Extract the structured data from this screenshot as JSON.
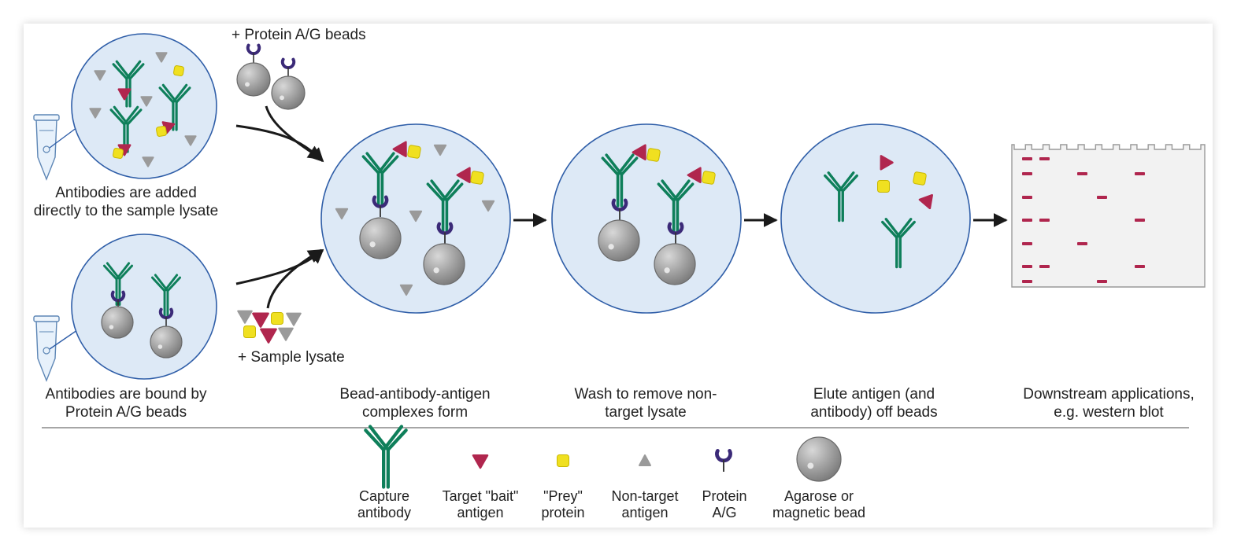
{
  "colors": {
    "antibody": "#0e7f5a",
    "bait": "#b0264e",
    "prey": "#f0e020",
    "nontarget": "#9a9a9a",
    "proteinAG": "#3b2a78",
    "bead": "#9e9e9e",
    "circle_fill": "#dde9f6",
    "circle_stroke": "#2f5ea8",
    "band": "#b0264e"
  },
  "inputs": {
    "protein_beads": "+ Protein A/G beads",
    "sample_lysate": "+ Sample lysate"
  },
  "steps": {
    "added": {
      "line1": "Antibodies are added",
      "line2": "directly to the sample lysate"
    },
    "bound": {
      "line1": "Antibodies are bound by",
      "line2": "Protein A/G beads"
    },
    "complex": {
      "line1": "Bead-antibody-antigen",
      "line2": "complexes form"
    },
    "wash": {
      "line1": "Wash to remove non-",
      "line2": "target lysate"
    },
    "elute": {
      "line1": "Elute antigen (and",
      "line2": "antibody) off beads"
    },
    "downstream": {
      "line1": "Downstream applications,",
      "line2": "e.g. western blot"
    }
  },
  "legend": [
    {
      "icon": "antibody",
      "line1": "Capture",
      "line2": "antibody"
    },
    {
      "icon": "bait",
      "line1": "Target \"bait\"",
      "line2": "antigen"
    },
    {
      "icon": "prey",
      "line1": "\"Prey\"",
      "line2": "protein"
    },
    {
      "icon": "nontarget",
      "line1": "Non-target",
      "line2": "antigen"
    },
    {
      "icon": "protein-ag",
      "line1": "Protein",
      "line2": "A/G"
    },
    {
      "icon": "bead",
      "line1": "Agarose or",
      "line2": "magnetic bead"
    }
  ]
}
